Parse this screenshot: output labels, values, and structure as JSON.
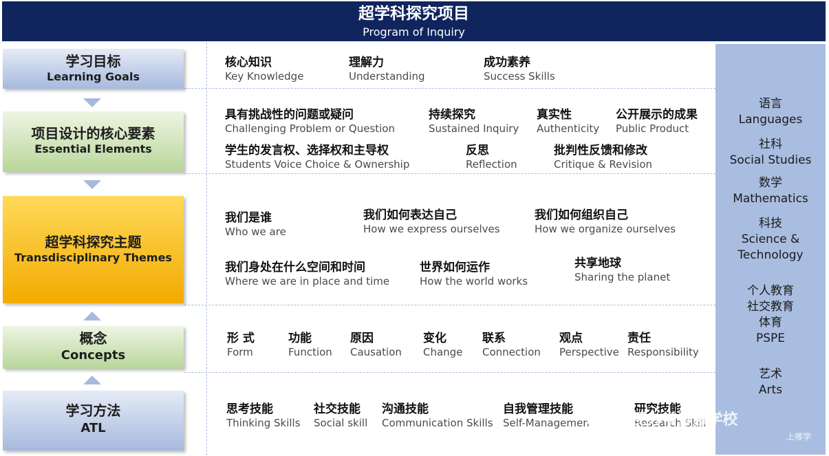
{
  "header": {
    "title_zh": "超学科探究项目",
    "title_en": "Program of Inquiry"
  },
  "left": {
    "learning_goals": {
      "zh": "学习目标",
      "en": "Learning Goals"
    },
    "essential": {
      "zh": "项目设计的核心要素",
      "en": "Essential Elements"
    },
    "themes": {
      "zh": "超学科探究主题",
      "en": "Transdisciplinary Themes"
    },
    "concepts": {
      "zh": "概念",
      "en": "Concepts"
    },
    "atl": {
      "zh": "学习方法",
      "en": "ATL"
    }
  },
  "goals": [
    {
      "zh": "核心知识",
      "en": "Key Knowledge"
    },
    {
      "zh": "理解力",
      "en": "Understanding"
    },
    {
      "zh": "成功素养",
      "en": "Success Skills"
    }
  ],
  "elements": [
    {
      "zh": "具有挑战性的问题或疑问",
      "en": "Challenging Problem or Question"
    },
    {
      "zh": "持续探究",
      "en": "Sustained Inquiry"
    },
    {
      "zh": "真实性",
      "en": "Authenticity"
    },
    {
      "zh": "公开展示的成果",
      "en": "Public Product"
    },
    {
      "zh": "学生的发言权、选择权和主导权",
      "en": "Students Voice Choice & Ownership"
    },
    {
      "zh": "反思",
      "en": "Reflection"
    },
    {
      "zh": "批判性反馈和修改",
      "en": "Critique & Revision"
    }
  ],
  "themes": [
    {
      "zh": "我们是谁",
      "en": "Who we are"
    },
    {
      "zh": "我们如何表达自己",
      "en": "How we express ourselves"
    },
    {
      "zh": "我们如何组织自己",
      "en": "How we organize ourselves"
    },
    {
      "zh": "我们身处在什么空间和时间",
      "en": "Where we are in place and time"
    },
    {
      "zh": "世界如何运作",
      "en": "How the world works"
    },
    {
      "zh": "共享地球",
      "en": "Sharing the planet"
    }
  ],
  "concepts": [
    {
      "zh": "形 式",
      "en": "Form"
    },
    {
      "zh": "功能",
      "en": "Function"
    },
    {
      "zh": "原因",
      "en": "Causation"
    },
    {
      "zh": "变化",
      "en": "Change"
    },
    {
      "zh": "联系",
      "en": "Connection"
    },
    {
      "zh": "观点",
      "en": "Perspective"
    },
    {
      "zh": "责任",
      "en": "Responsibility"
    }
  ],
  "atl": [
    {
      "zh": "思考技能",
      "en": "Thinking Skills"
    },
    {
      "zh": "社交技能",
      "en": "Social skill"
    },
    {
      "zh": "沟通技能",
      "en": "Communication Skills"
    },
    {
      "zh": "自我管理技能",
      "en": "Self-Managemen"
    },
    {
      "zh": "研究技能",
      "en": "Research Skill"
    }
  ],
  "subjects": {
    "languages": {
      "zh": "语言",
      "en": "Languages"
    },
    "social": {
      "zh": "社科",
      "en": "Social Studies"
    },
    "math": {
      "zh": "数学",
      "en": "Mathematics"
    },
    "science": {
      "zh": "科技",
      "en1": "Science &",
      "en2": "Technology"
    },
    "pspe": {
      "zh1": "个人教育",
      "zh2": "社交教育",
      "zh3": "体育",
      "en": "PSPE"
    },
    "arts": {
      "zh": "艺术",
      "en": "Arts"
    }
  },
  "watermark": {
    "text": "上海民办常青藤学校",
    "small": "上哪学"
  }
}
